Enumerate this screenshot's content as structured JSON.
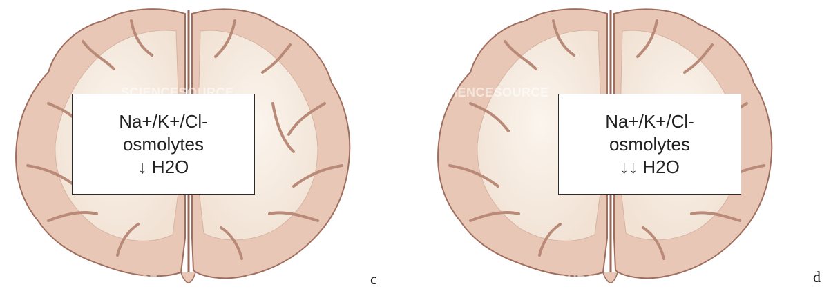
{
  "panels": [
    {
      "id": "c",
      "label": "c",
      "box_lines": [
        "Na+/K+/Cl-",
        "osmolytes",
        "↓ H2O"
      ]
    },
    {
      "id": "d",
      "label": "d",
      "box_lines": [
        "Na+/K+/Cl-",
        "osmolytes",
        "↓↓ H2O"
      ]
    }
  ],
  "watermark": "SCIENCESOURCE",
  "colors": {
    "gray_matter": "#e9c7b6",
    "white_matter": "#f7ece2",
    "sulcus": "#b98a78",
    "outline": "#a06e5e"
  }
}
